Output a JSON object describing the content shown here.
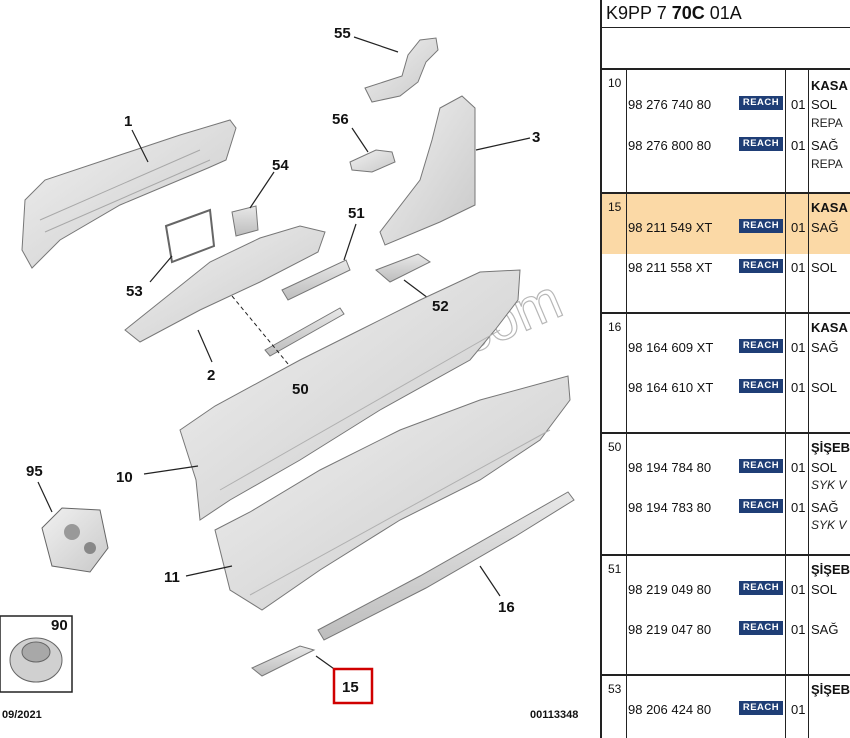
{
  "diagram": {
    "callouts": [
      "55",
      "1",
      "56",
      "3",
      "54",
      "51",
      "53",
      "52",
      "2",
      "50",
      "10",
      "95",
      "11",
      "16",
      "90",
      "15"
    ],
    "date_label": "09/2021",
    "image_id": "00113348",
    "watermark": "duyukoto.com"
  },
  "table": {
    "header_prefix": "K9PP 7 ",
    "header_bold": "70C",
    "header_suffix": " 01A",
    "groups": [
      {
        "num": "10",
        "rows": [
          {
            "part_no": "98 276 740 80",
            "badge": "REACH",
            "qty": "01",
            "desc_lines": [
              "KASA",
              "SOL"
            ],
            "sub": "REPA"
          },
          {
            "part_no": "98 276 800 80",
            "badge": "REACH",
            "qty": "01",
            "desc_lines": [
              "SAĞ"
            ],
            "sub": "REPA"
          }
        ]
      },
      {
        "num": "15",
        "rows": [
          {
            "part_no": "98 211 549 XT",
            "badge": "REACH",
            "qty": "01",
            "desc_lines": [
              "KASA",
              "SAĞ"
            ]
          },
          {
            "part_no": "98 211 558 XT",
            "badge": "REACH",
            "qty": "01",
            "desc_lines": [
              "SOL"
            ]
          }
        ]
      },
      {
        "num": "16",
        "rows": [
          {
            "part_no": "98 164 609 XT",
            "badge": "REACH",
            "qty": "01",
            "desc_lines": [
              "KASA",
              "SAĞ"
            ]
          },
          {
            "part_no": "98 164 610 XT",
            "badge": "REACH",
            "qty": "01",
            "desc_lines": [
              "SOL"
            ]
          }
        ]
      },
      {
        "num": "50",
        "rows": [
          {
            "part_no": "98 194 784 80",
            "badge": "REACH",
            "qty": "01",
            "desc_lines": [
              "ŞİŞEB",
              "SOL"
            ],
            "sub": "SYK V"
          },
          {
            "part_no": "98 194 783 80",
            "badge": "REACH",
            "qty": "01",
            "desc_lines": [
              "SAĞ"
            ],
            "sub": "SYK V"
          }
        ]
      },
      {
        "num": "51",
        "rows": [
          {
            "part_no": "98 219 049 80",
            "badge": "REACH",
            "qty": "01",
            "desc_lines": [
              "ŞİŞEB",
              "SOL"
            ]
          },
          {
            "part_no": "98 219 047 80",
            "badge": "REACH",
            "qty": "01",
            "desc_lines": [
              "SAĞ"
            ]
          }
        ]
      },
      {
        "num": "53",
        "rows": [
          {
            "part_no": "98 206 424 80",
            "badge": "REACH",
            "qty": "01",
            "desc_lines": [
              "ŞİŞEB"
            ]
          }
        ]
      }
    ]
  }
}
